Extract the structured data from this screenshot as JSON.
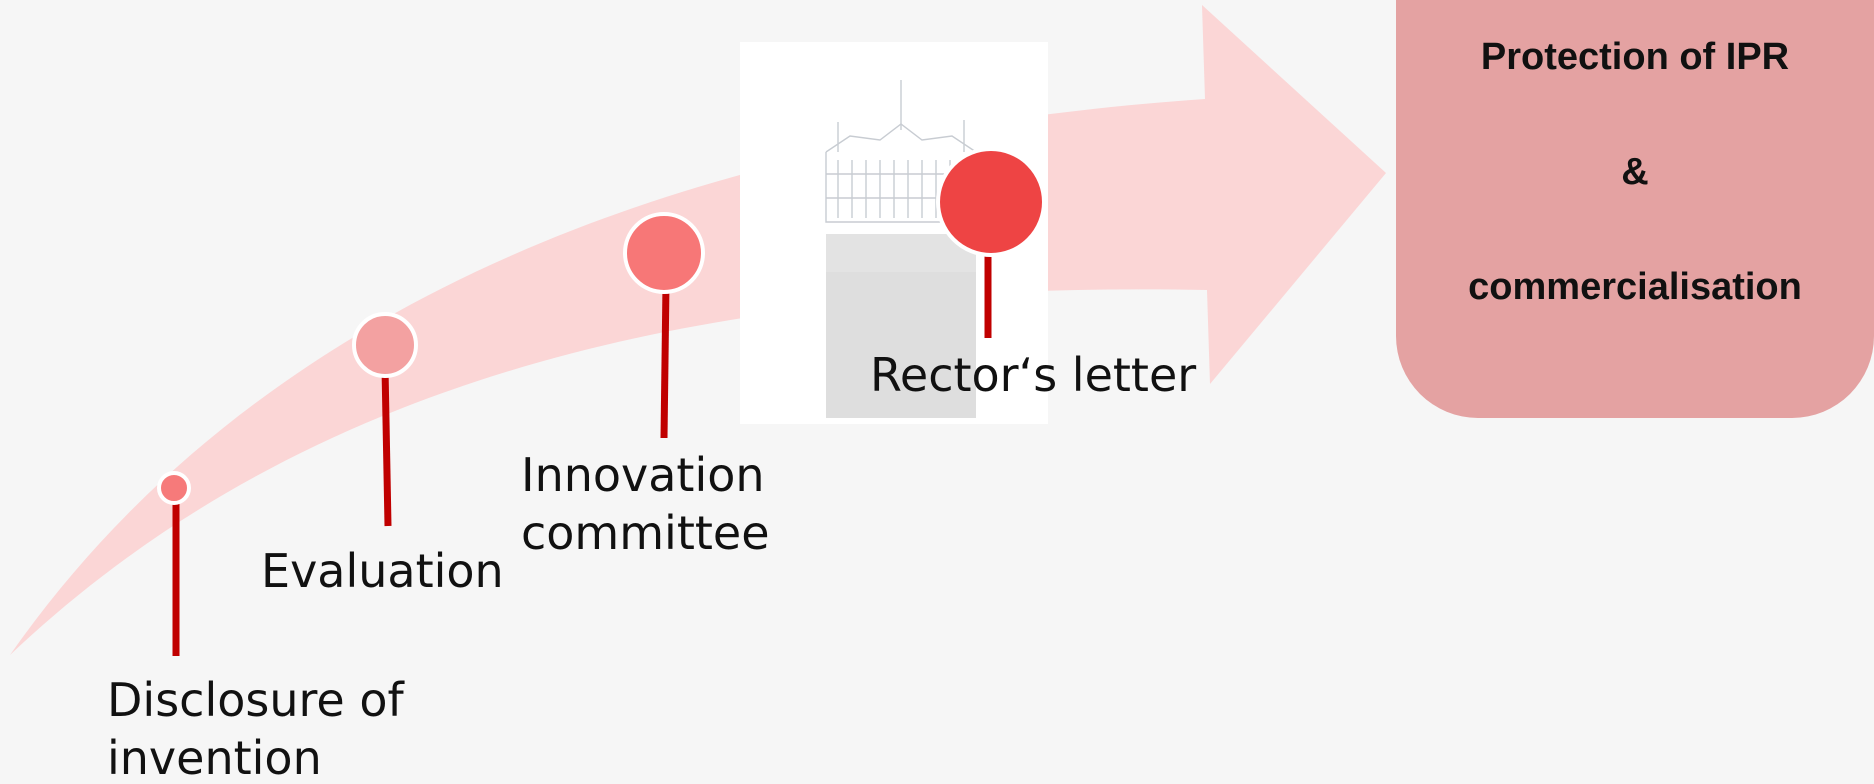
{
  "diagram": {
    "stages": [
      {
        "id": "disclosure",
        "label_lines": [
          "Disclosure of",
          "invention"
        ],
        "marker_color": "#f67a7a"
      },
      {
        "id": "evaluation",
        "label_lines": [
          "Evaluation"
        ],
        "marker_color": "#f3a1a1"
      },
      {
        "id": "innovation",
        "label_lines": [
          "Innovation",
          "committee"
        ],
        "marker_color": "#f77777"
      },
      {
        "id": "rector",
        "label_lines": [
          "Rector‘s letter"
        ],
        "marker_color": "#ee4444"
      }
    ],
    "outcome": {
      "lines": [
        "Protection of IPR",
        "&",
        "commercialisation"
      ]
    },
    "colors": {
      "background": "#f6f6f6",
      "arrow": "#fbd3d3",
      "stem": "#c00000",
      "outcome_box": "#e4a2a2"
    },
    "decoration": {
      "building_image": "faded-building-document-icon"
    }
  }
}
